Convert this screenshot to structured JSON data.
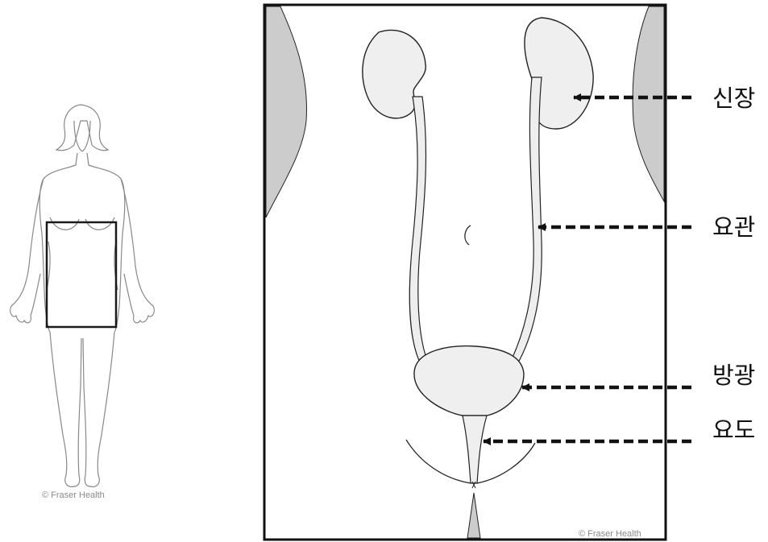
{
  "figure": {
    "credit_small": "© Fraser Health",
    "credit_large": "© Fraser Health",
    "labels": {
      "kidney": "신장",
      "ureter": "요관",
      "bladder": "방광",
      "urethra": "요도"
    }
  }
}
